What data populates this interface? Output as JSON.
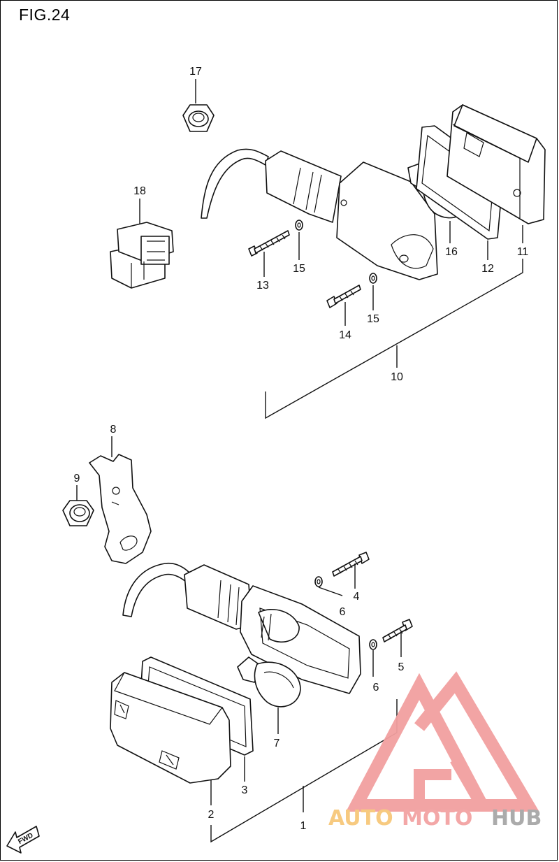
{
  "figure": {
    "title": "FIG.24"
  },
  "callouts": {
    "p1": "1",
    "p2": "2",
    "p3": "3",
    "p4": "4",
    "p5": "5",
    "p6a": "6",
    "p6b": "6",
    "p7": "7",
    "p8": "8",
    "p9": "9",
    "p10": "10",
    "p11": "11",
    "p12": "12",
    "p13": "13",
    "p14": "14",
    "p15a": "15",
    "p15b": "15",
    "p16": "16",
    "p17": "17",
    "p18": "18"
  },
  "fwd_label": "FWD",
  "watermark": {
    "word_part1": "AUTO",
    "word_part2": "MOTO",
    "word_part3": "HUB",
    "colors": {
      "auto": "#f7c87a",
      "moto": "#f3a3a3",
      "hub": "#a7a7a7",
      "logo": "#f2a0a0"
    }
  }
}
